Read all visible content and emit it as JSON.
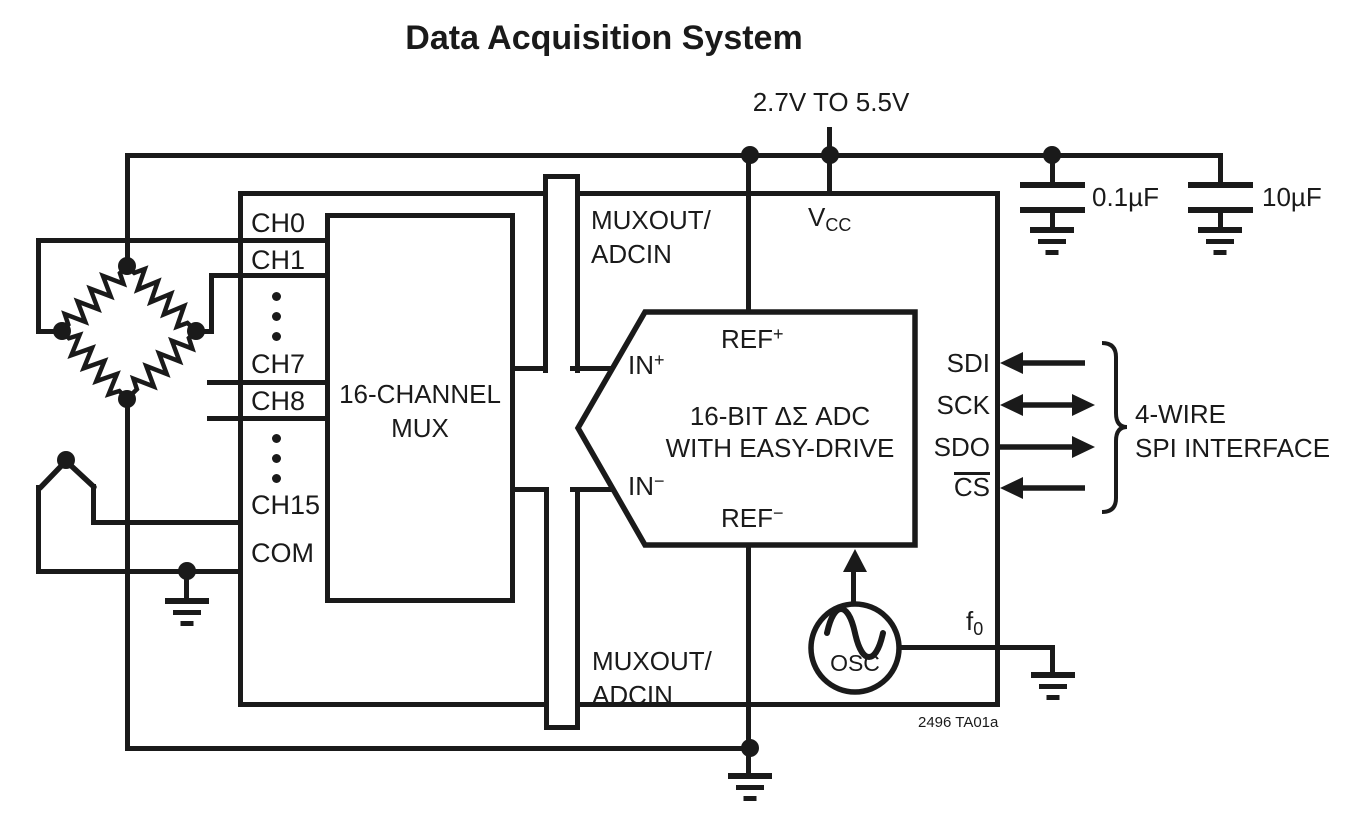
{
  "title": "Data Acquisition System",
  "supply_label": "2.7V TO 5.5V",
  "capacitors": {
    "c1": "0.1µF",
    "c2": "10µF"
  },
  "chip": {
    "vcc": {
      "base": "V",
      "sub": "CC"
    },
    "channels": [
      "CH0",
      "CH1",
      "CH7",
      "CH8",
      "CH15",
      "COM"
    ],
    "mux_label": {
      "line1": "16-CHANNEL",
      "line2": "MUX"
    },
    "muxout_top": {
      "line1": "MUXOUT/",
      "line2": "ADCIN"
    },
    "muxout_bottom": {
      "line1": "MUXOUT/",
      "line2": "ADCIN"
    },
    "adc": {
      "ref_plus": {
        "base": "REF",
        "sup": "+"
      },
      "ref_minus": {
        "base": "REF",
        "sup": "−"
      },
      "in_plus": {
        "base": "IN",
        "sup": "+"
      },
      "in_minus": {
        "base": "IN",
        "sup": "−"
      },
      "name_line1": "16-BIT ΔΣ ADC",
      "name_line2": "WITH EASY-DRIVE"
    },
    "osc_label": "OSC",
    "f0": {
      "base": "f",
      "sub": "0"
    },
    "spi_pins": [
      "SDI",
      "SCK",
      "SDO",
      "CS"
    ]
  },
  "spi_interface": {
    "line1": "4-WIRE",
    "line2": "SPI INTERFACE"
  },
  "note": "2496 TA01a",
  "colors": {
    "ink": "#1a1a1a",
    "background": "#ffffff"
  }
}
